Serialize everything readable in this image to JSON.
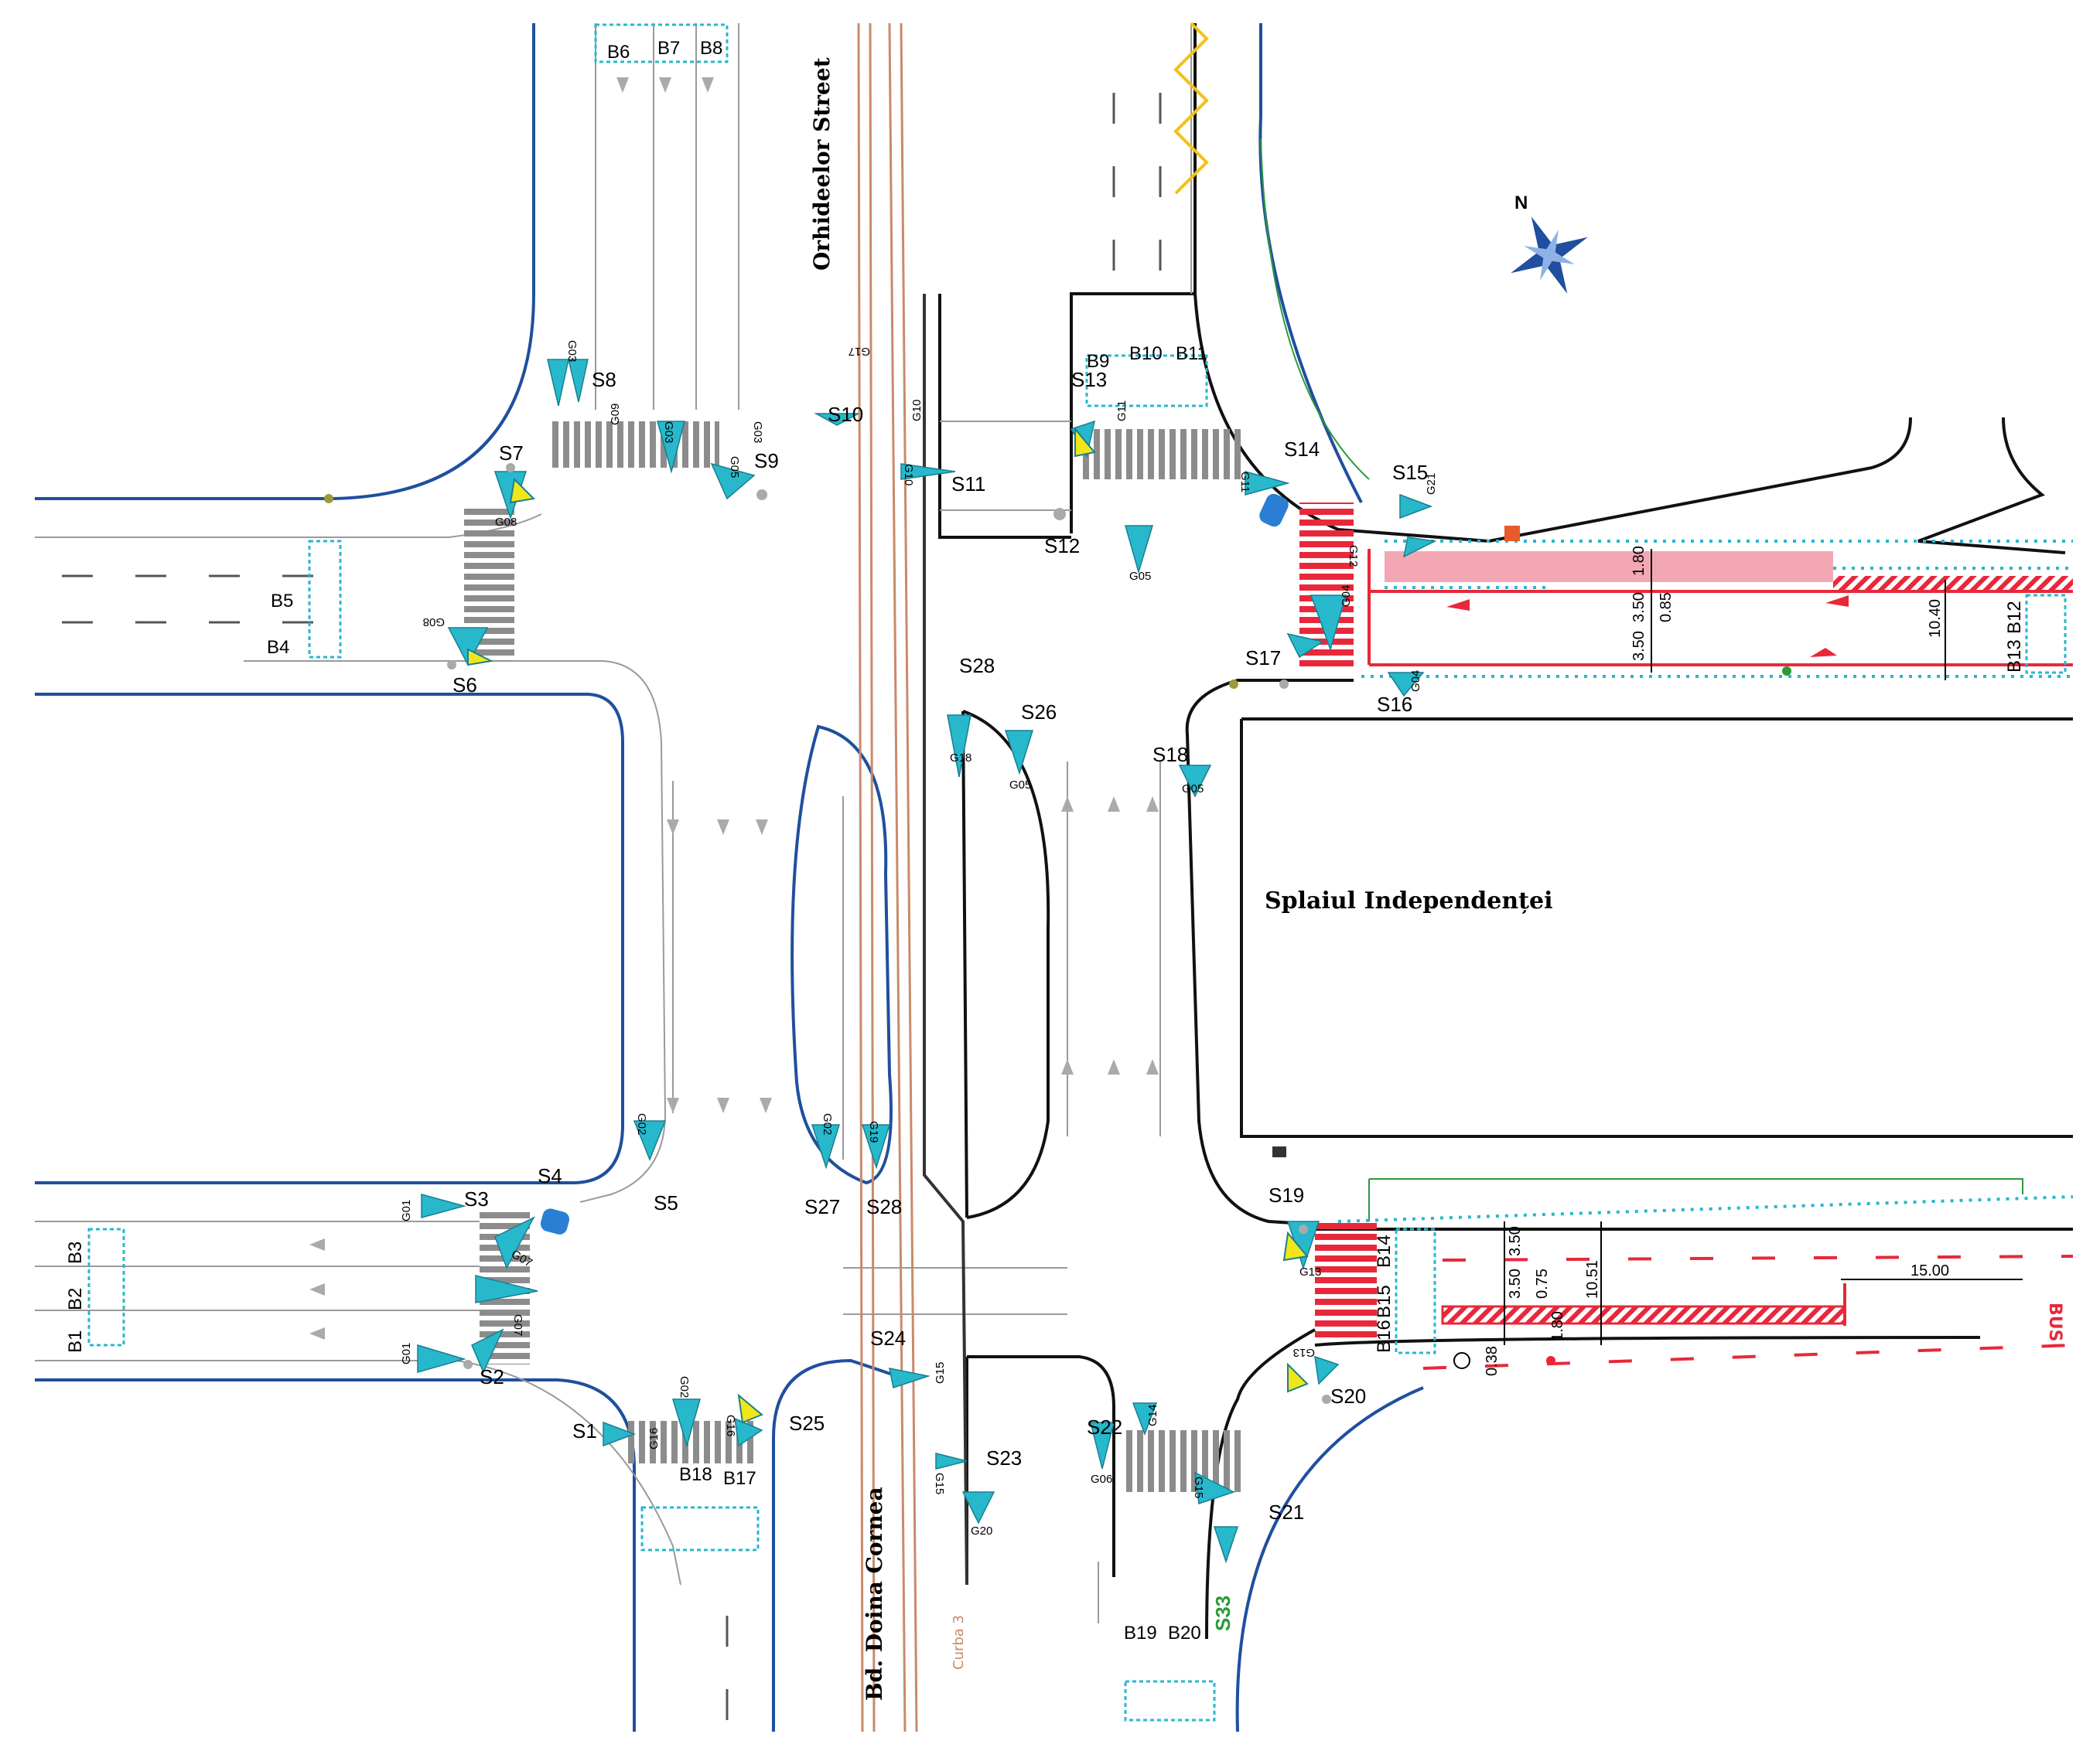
{
  "streets": {
    "north": "Orhideelor Street",
    "east": "Splaiul Independenței",
    "south": "Bd. Doina Cornea"
  },
  "compass_label": "N",
  "tram_label": "Curba 3",
  "signals": [
    "S1",
    "S2",
    "S3",
    "S4",
    "S5",
    "S6",
    "S7",
    "S8",
    "S9",
    "S10",
    "S11",
    "S12",
    "S13",
    "S14",
    "S15",
    "S16",
    "S17",
    "S18",
    "S19",
    "S20",
    "S21",
    "S22",
    "S23",
    "S24",
    "S25",
    "S26",
    "S27",
    "S28",
    "S33"
  ],
  "buttons": [
    "B1",
    "B2",
    "B3",
    "B4",
    "B5",
    "B6",
    "B7",
    "B8",
    "B9",
    "B10",
    "B11",
    "B12",
    "B13",
    "B14",
    "B15",
    "B16",
    "B17",
    "B18",
    "B19",
    "B20"
  ],
  "signal_groups": [
    "G01",
    "G02",
    "G03",
    "G04",
    "G05",
    "G06",
    "G07",
    "G08",
    "G09",
    "G10",
    "G11",
    "G12",
    "G13",
    "G14",
    "G15",
    "G16",
    "G17",
    "G18",
    "G19",
    "G20",
    "G21"
  ],
  "dimensions": {
    "east_top": [
      "1.80",
      "3.50",
      "0.85",
      "3.50",
      "10.40"
    ],
    "east_bottom": [
      "3.50",
      "3.50",
      "0.75",
      "10.51",
      "1.80",
      "0.38",
      "15.00"
    ]
  },
  "bus_label": "BUS",
  "colors": {
    "curb": "#1f4f9e",
    "tram": "#c98a6a",
    "signal": "#27b8cc",
    "bus_lane": "#e8283a",
    "bike_path": "#27b8cc",
    "crosswalk": "#8c8c8c",
    "highlight": "#f0e61a"
  }
}
